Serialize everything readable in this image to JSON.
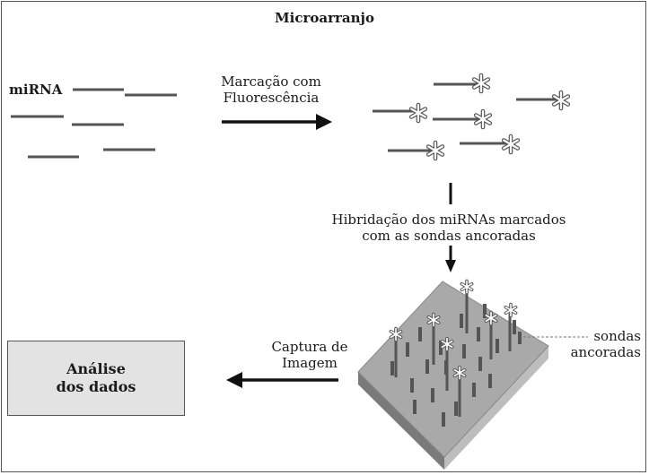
{
  "title": "Microarranjo",
  "mirna_label": "miRNA",
  "step_labeling": [
    "Marcação com",
    "Fluorescência"
  ],
  "step_hybridization": [
    "Hibridação dos miRNAs marcados",
    "com as sondas ancoradas"
  ],
  "probes_label": [
    "sondas",
    "ancoradas"
  ],
  "step_capture": [
    "Captura de",
    "Imagem"
  ],
  "analysis_box": [
    "Análise",
    "dos dados"
  ]
}
